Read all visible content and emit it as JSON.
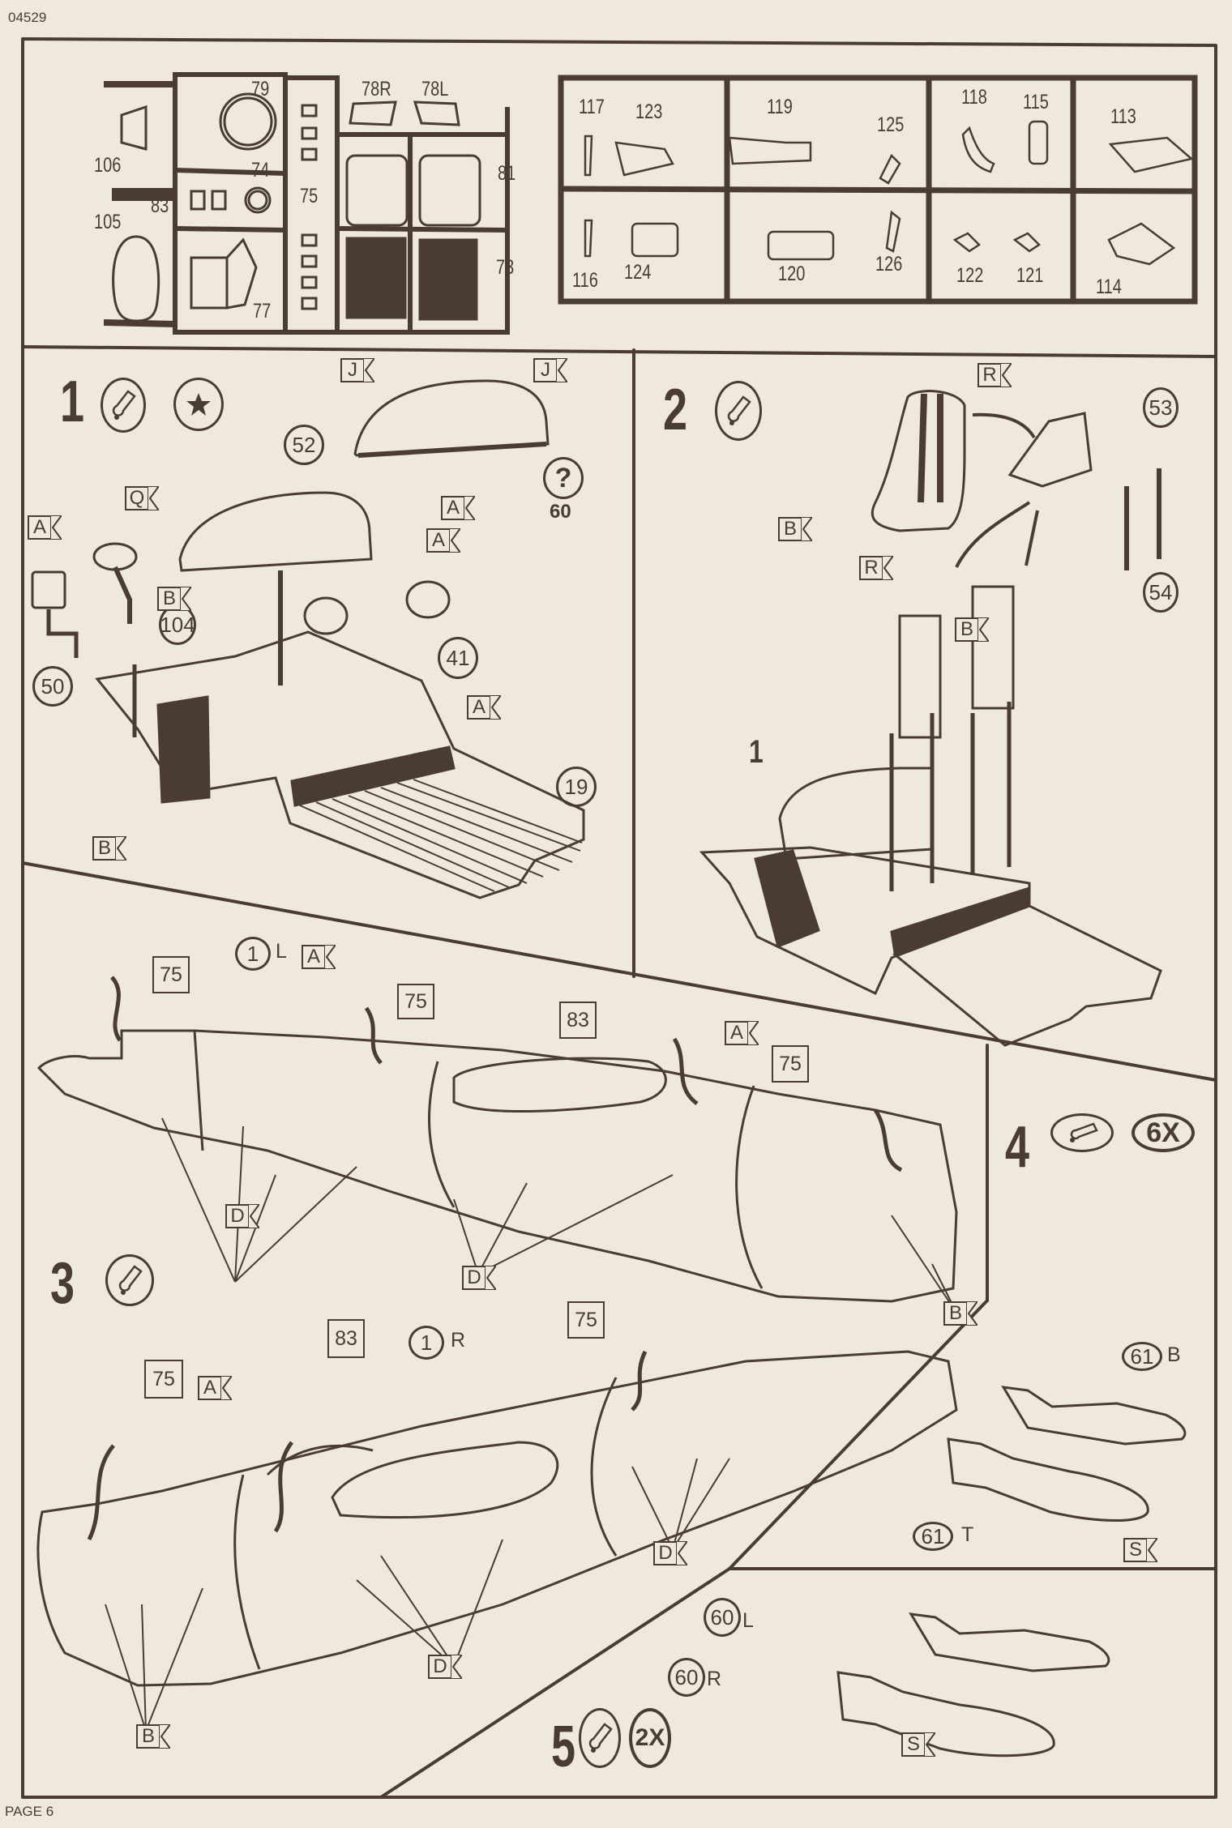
{
  "header": {
    "code": "04529"
  },
  "footer": {
    "page_label": "PAGE 6"
  },
  "sprue_parts": {
    "labels": [
      "106",
      "79",
      "74",
      "75",
      "78R",
      "78L",
      "81",
      "83",
      "105",
      "77",
      "73"
    ]
  },
  "figure_parts": {
    "top_row": [
      {
        "label": "117"
      },
      {
        "label": "123"
      },
      {
        "label": "119"
      },
      {
        "label": "125"
      },
      {
        "label": "118"
      },
      {
        "label": "115"
      },
      {
        "label": "113"
      }
    ],
    "bottom_row": [
      {
        "label": "116"
      },
      {
        "label": "124"
      },
      {
        "label": "120"
      },
      {
        "label": "126"
      },
      {
        "label": "122"
      },
      {
        "label": "121"
      },
      {
        "label": "114"
      }
    ]
  },
  "steps": [
    {
      "number": "1",
      "icons": [
        "glue-icon",
        "paint-decal-icon"
      ],
      "parts": [
        "52",
        "60",
        "41",
        "104",
        "50",
        "19"
      ],
      "optional_part": {
        "symbol": "?",
        "label": "60"
      },
      "color_flags": [
        "J",
        "J",
        "A",
        "A",
        "A",
        "A",
        "Q",
        "B",
        "B"
      ]
    },
    {
      "number": "2",
      "icons": [
        "glue-icon"
      ],
      "parts": [
        "53",
        "54",
        "1"
      ],
      "color_flags": [
        "R",
        "R",
        "B",
        "B"
      ]
    },
    {
      "number": "3",
      "icons": [
        "glue-icon"
      ],
      "parts": [
        {
          "label": "1",
          "suffix": "L"
        },
        {
          "label": "1",
          "suffix": "R"
        }
      ],
      "boxed_parts": [
        "75",
        "75",
        "83",
        "75",
        "75",
        "83",
        "75"
      ],
      "color_flags": [
        "A",
        "D",
        "D",
        "B",
        "A",
        "A",
        "D",
        "D",
        "B"
      ]
    },
    {
      "number": "4",
      "icons": [
        "glue-icon"
      ],
      "multiplier": "6X",
      "parts": [
        {
          "label": "61",
          "suffix": "B"
        },
        {
          "label": "61",
          "suffix": "T"
        }
      ],
      "color_flags": [
        "S"
      ]
    },
    {
      "number": "5",
      "icons": [
        "glue-icon"
      ],
      "multiplier": "2X",
      "parts": [
        {
          "label": "60",
          "suffix": "L"
        },
        {
          "label": "60",
          "suffix": "R"
        }
      ],
      "color_flags": [
        "S"
      ]
    }
  ],
  "colors": {
    "ink": "#4a3c32",
    "paper": "#efe9dd"
  }
}
